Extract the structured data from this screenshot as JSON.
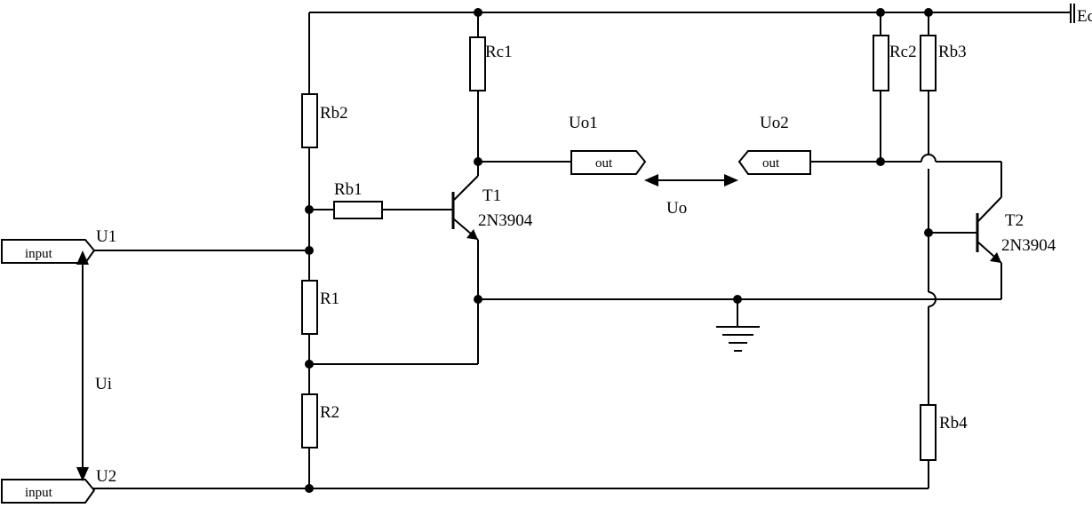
{
  "supply": {
    "label": "Ec"
  },
  "resistors": {
    "rb1": "Rb1",
    "rb2": "Rb2",
    "rb3": "Rb3",
    "rb4": "Rb4",
    "rc1": "Rc1",
    "rc2": "Rc2",
    "r1": "R1",
    "r2": "R2"
  },
  "transistors": {
    "t1": {
      "name": "T1",
      "part": "2N3904"
    },
    "t2": {
      "name": "T2",
      "part": "2N3904"
    }
  },
  "ports": {
    "u1": {
      "label": "U1",
      "text": "input"
    },
    "u2": {
      "label": "U2",
      "text": "input"
    },
    "uo1": {
      "label": "Uo1",
      "text": "out"
    },
    "uo2": {
      "label": "Uo2",
      "text": "out"
    }
  },
  "voltages": {
    "ui": "Ui",
    "uo": "Uo"
  }
}
